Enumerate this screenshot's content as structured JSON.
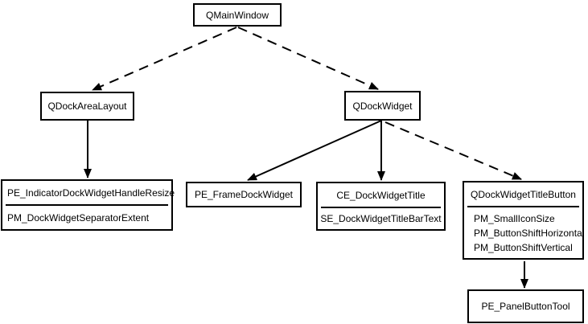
{
  "canvas": {
    "background_color": "#ffffff",
    "line_color": "#000000",
    "text_color": "#000000"
  },
  "nodes": {
    "qmainwindow": {
      "label": "QMainWindow"
    },
    "qdockarealayout": {
      "label": "QDockAreaLayout"
    },
    "qdockwidget": {
      "label": "QDockWidget"
    },
    "dockseparator": {
      "title": "PE_IndicatorDockWidgetHandleResize",
      "items": [
        "PM_DockWidgetSeparatorExtent"
      ]
    },
    "framedockwidget": {
      "label": "PE_FrameDockWidget"
    },
    "dockwidgettitle": {
      "title": "CE_DockWidgetTitle",
      "items": [
        "SE_DockWidgetTitleBarText"
      ]
    },
    "titlebutton": {
      "title": "QDockWidgetTitleButton",
      "items": [
        "PM_SmallIconSize",
        "PM_ButtonShiftHorizontal",
        "PM_ButtonShiftVertical"
      ]
    },
    "panelbuttontool": {
      "label": "PE_PanelButtonTool"
    }
  },
  "edges": [
    {
      "from": "QMainWindow",
      "to": "QDockAreaLayout",
      "style": "dashed"
    },
    {
      "from": "QMainWindow",
      "to": "QDockWidget",
      "style": "dashed"
    },
    {
      "from": "QDockAreaLayout",
      "to": "PE_IndicatorDockWidgetHandleResize",
      "style": "solid"
    },
    {
      "from": "QDockWidget",
      "to": "PE_FrameDockWidget",
      "style": "solid"
    },
    {
      "from": "QDockWidget",
      "to": "CE_DockWidgetTitle",
      "style": "solid"
    },
    {
      "from": "QDockWidget",
      "to": "QDockWidgetTitleButton",
      "style": "dashed"
    },
    {
      "from": "QDockWidgetTitleButton",
      "to": "PE_PanelButtonTool",
      "style": "solid"
    }
  ]
}
